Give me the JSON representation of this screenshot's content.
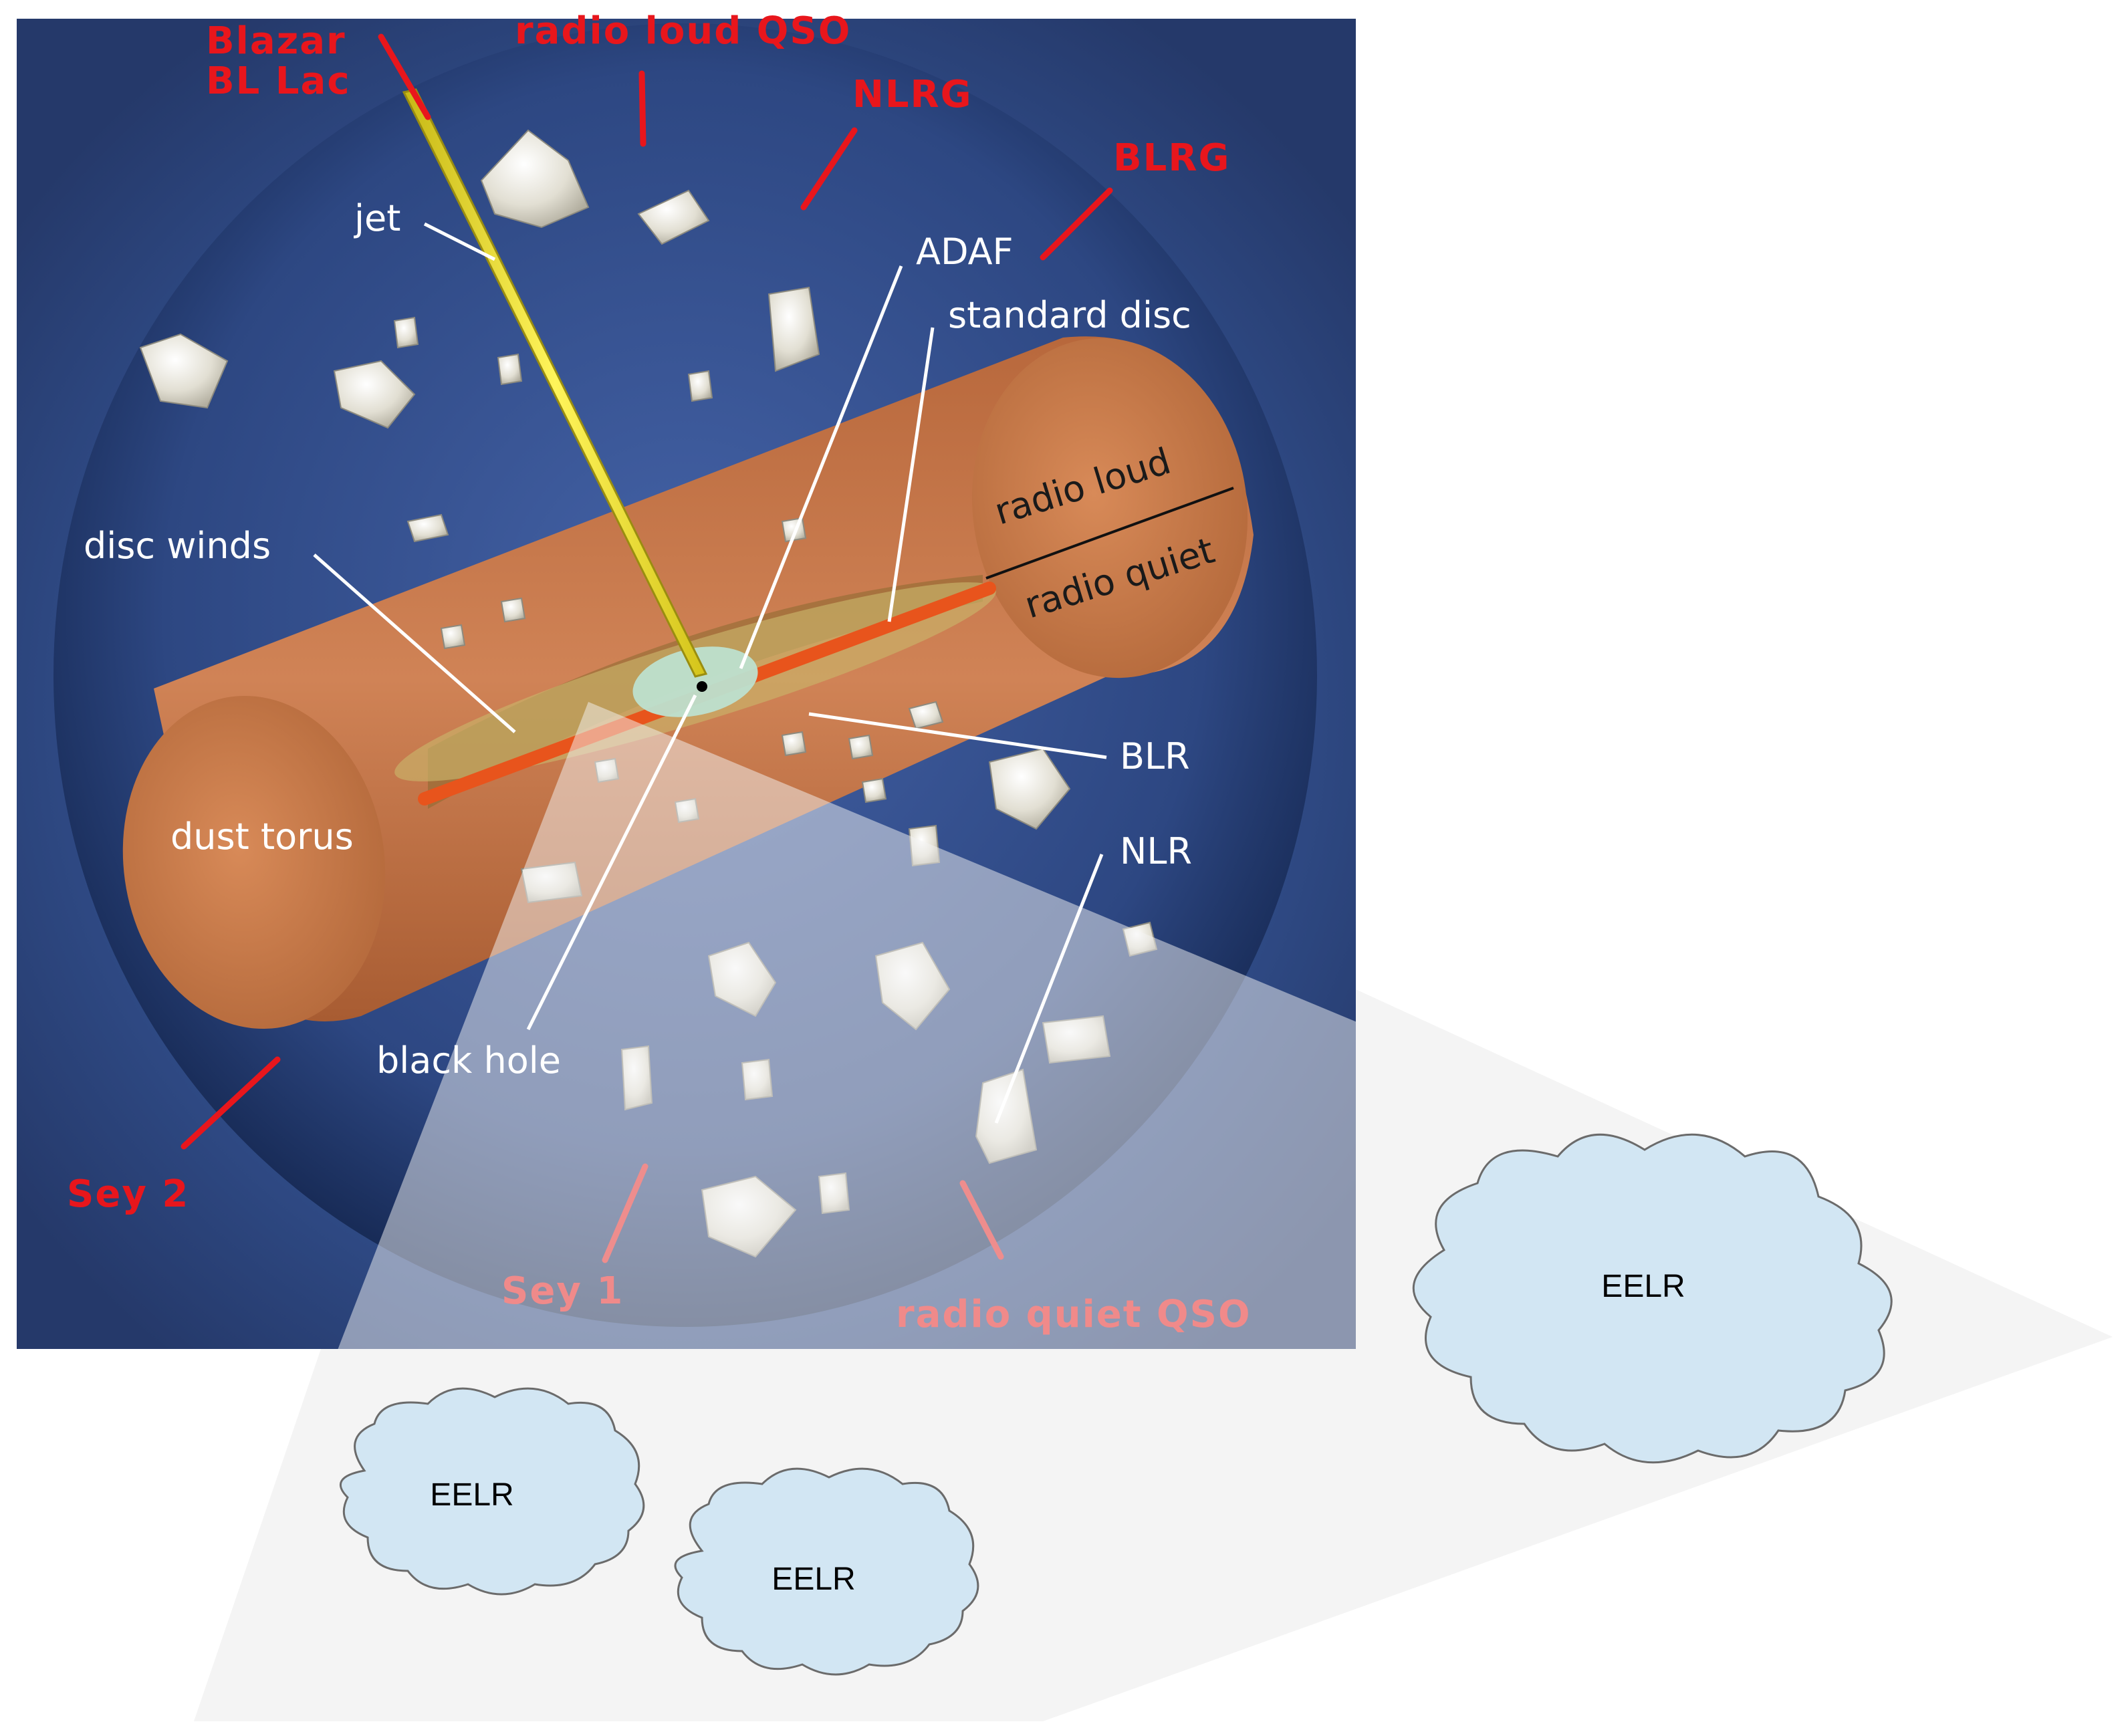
{
  "diagram": {
    "components": {
      "jet": "jet",
      "adaf": "ADAF",
      "standard_disc": "standard disc",
      "radio_loud": "radio loud",
      "radio_quiet": "radio quiet",
      "disc_winds": "disc winds",
      "blr": "BLR",
      "nlr": "NLR",
      "dust_torus": "dust torus",
      "black_hole": "black hole"
    },
    "viewing_classes": {
      "blazar_line1": "Blazar",
      "blazar_line2": "BL Lac",
      "radio_loud_qso": "radio loud QSO",
      "nlrg": "NLRG",
      "blrg": "BLRG",
      "sey2": "Sey 2",
      "sey1": "Sey 1",
      "radio_quiet_qso": "radio quiet QSO"
    },
    "eelr_clouds": [
      "EELR",
      "EELR",
      "EELR"
    ],
    "colors": {
      "background_outer": "#2c3e6e",
      "sphere_inner": "#3c5592",
      "torus": "#c8794a",
      "jet": "#f2e82a",
      "disc": "#e8541c",
      "adaf": "#bde0cf",
      "class_labels": "#e8161c",
      "cone": "#f4f4f4",
      "eelr_cloud": "#d2e6f3"
    }
  }
}
